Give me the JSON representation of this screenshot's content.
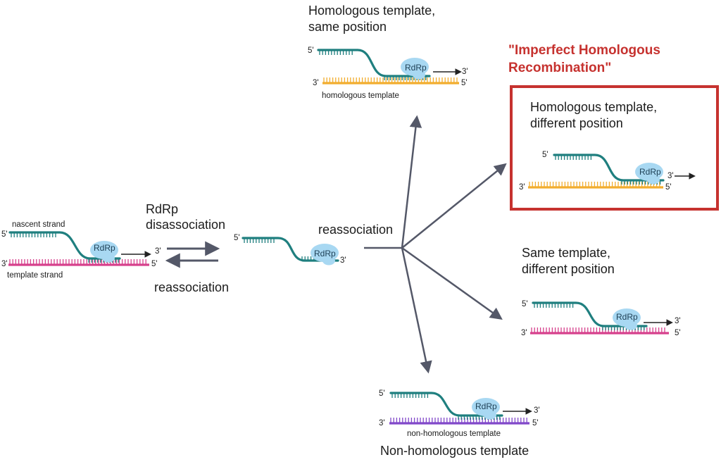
{
  "colors": {
    "nascent": "#1f7f7f",
    "template_pink": "#d6408c",
    "template_orange": "#f2ad2f",
    "template_purple": "#8148c9",
    "rdrp": "#a8d8f2",
    "arrow": "#545868",
    "highlight": "#c6322f"
  },
  "left_complex": {
    "nascent_label": "nascent strand",
    "template_label": "template strand",
    "rdrp": "RdRp",
    "five_top": "5'",
    "three_top": "3'",
    "three_bottom": "3'",
    "five_bottom": "5'"
  },
  "equilibrium": {
    "forward": "RdRp\ndisassociation",
    "reverse": "reassociation"
  },
  "free_complex": {
    "five": "5'",
    "three": "3'",
    "rdrp": "RdRp"
  },
  "branch_label": "reassociation",
  "outcomes": {
    "top": {
      "title": "Homologous template,\nsame position",
      "template_label": "homologous template",
      "rdrp": "RdRp",
      "five_top": "5'",
      "three_top": "3'",
      "three_bottom": "3'",
      "five_bottom": "5'"
    },
    "highlight": {
      "caption": "\"Imperfect Homologous\nRecombination\"",
      "title": "Homologous template,\ndifferent position",
      "rdrp": "RdRp",
      "five_top": "5'",
      "three_top": "3'",
      "three_bottom": "3'",
      "five_bottom": "5'"
    },
    "same": {
      "title": "Same template,\ndifferent position",
      "rdrp": "RdRp",
      "five_top": "5'",
      "three_top": "3'",
      "three_bottom": "3'",
      "five_bottom": "5'"
    },
    "bottom": {
      "title": "Non-homologous template",
      "template_label": "non-homologous template",
      "rdrp": "RdRp",
      "five_top": "5'",
      "three_top": "3'",
      "three_bottom": "3'",
      "five_bottom": "5'"
    }
  }
}
